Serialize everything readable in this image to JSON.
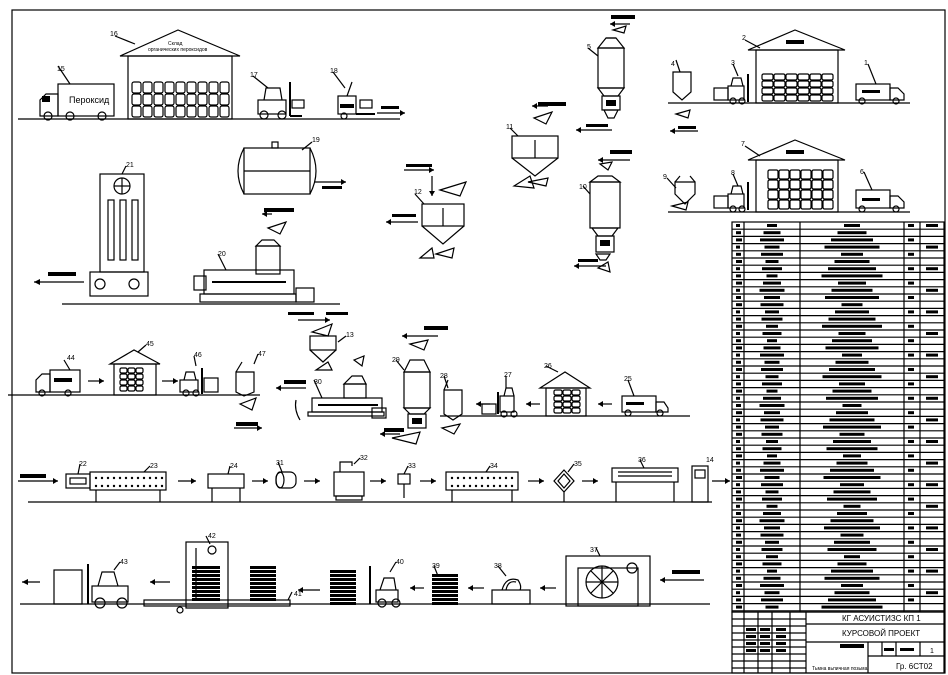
{
  "process_labels": {
    "n1": "1",
    "n2": "2",
    "n3": "3",
    "n4": "4",
    "n5": "5",
    "n6": "6",
    "n7": "7",
    "n8": "8",
    "n9": "9",
    "n10": "10",
    "n11": "11",
    "n12": "12",
    "n13": "13",
    "n14": "14",
    "n15": "15",
    "n16": "16",
    "n17": "17",
    "n18": "18",
    "n19": "19",
    "n20": "20",
    "n21": "21",
    "n22": "22",
    "n23": "23",
    "n24": "24",
    "n25": "25",
    "n26": "26",
    "n27": "27",
    "n28": "28",
    "n29": "29",
    "n30": "30",
    "n31": "31",
    "n32": "32",
    "n33": "33",
    "n34": "34",
    "n35": "35",
    "n36": "36",
    "n37": "37",
    "n38": "38",
    "n39": "39",
    "n40": "40",
    "n41": "41",
    "n42": "42",
    "n43": "43",
    "n44": "44",
    "n45": "45",
    "n46": "46",
    "n47": "47"
  },
  "truck_text": "Пероксид",
  "warehouse_title": "Склад",
  "warehouse_subtitle": "органических пероксидов",
  "title_block": {
    "code": "КГ АСУИСТИЗС КП 1",
    "project": "КУРСОВОЙ ПРОЕКТ",
    "sheet_title": "Тьмна вьпичная позьма",
    "group": "Гр. 6СТ02",
    "sheet_no": "1"
  }
}
